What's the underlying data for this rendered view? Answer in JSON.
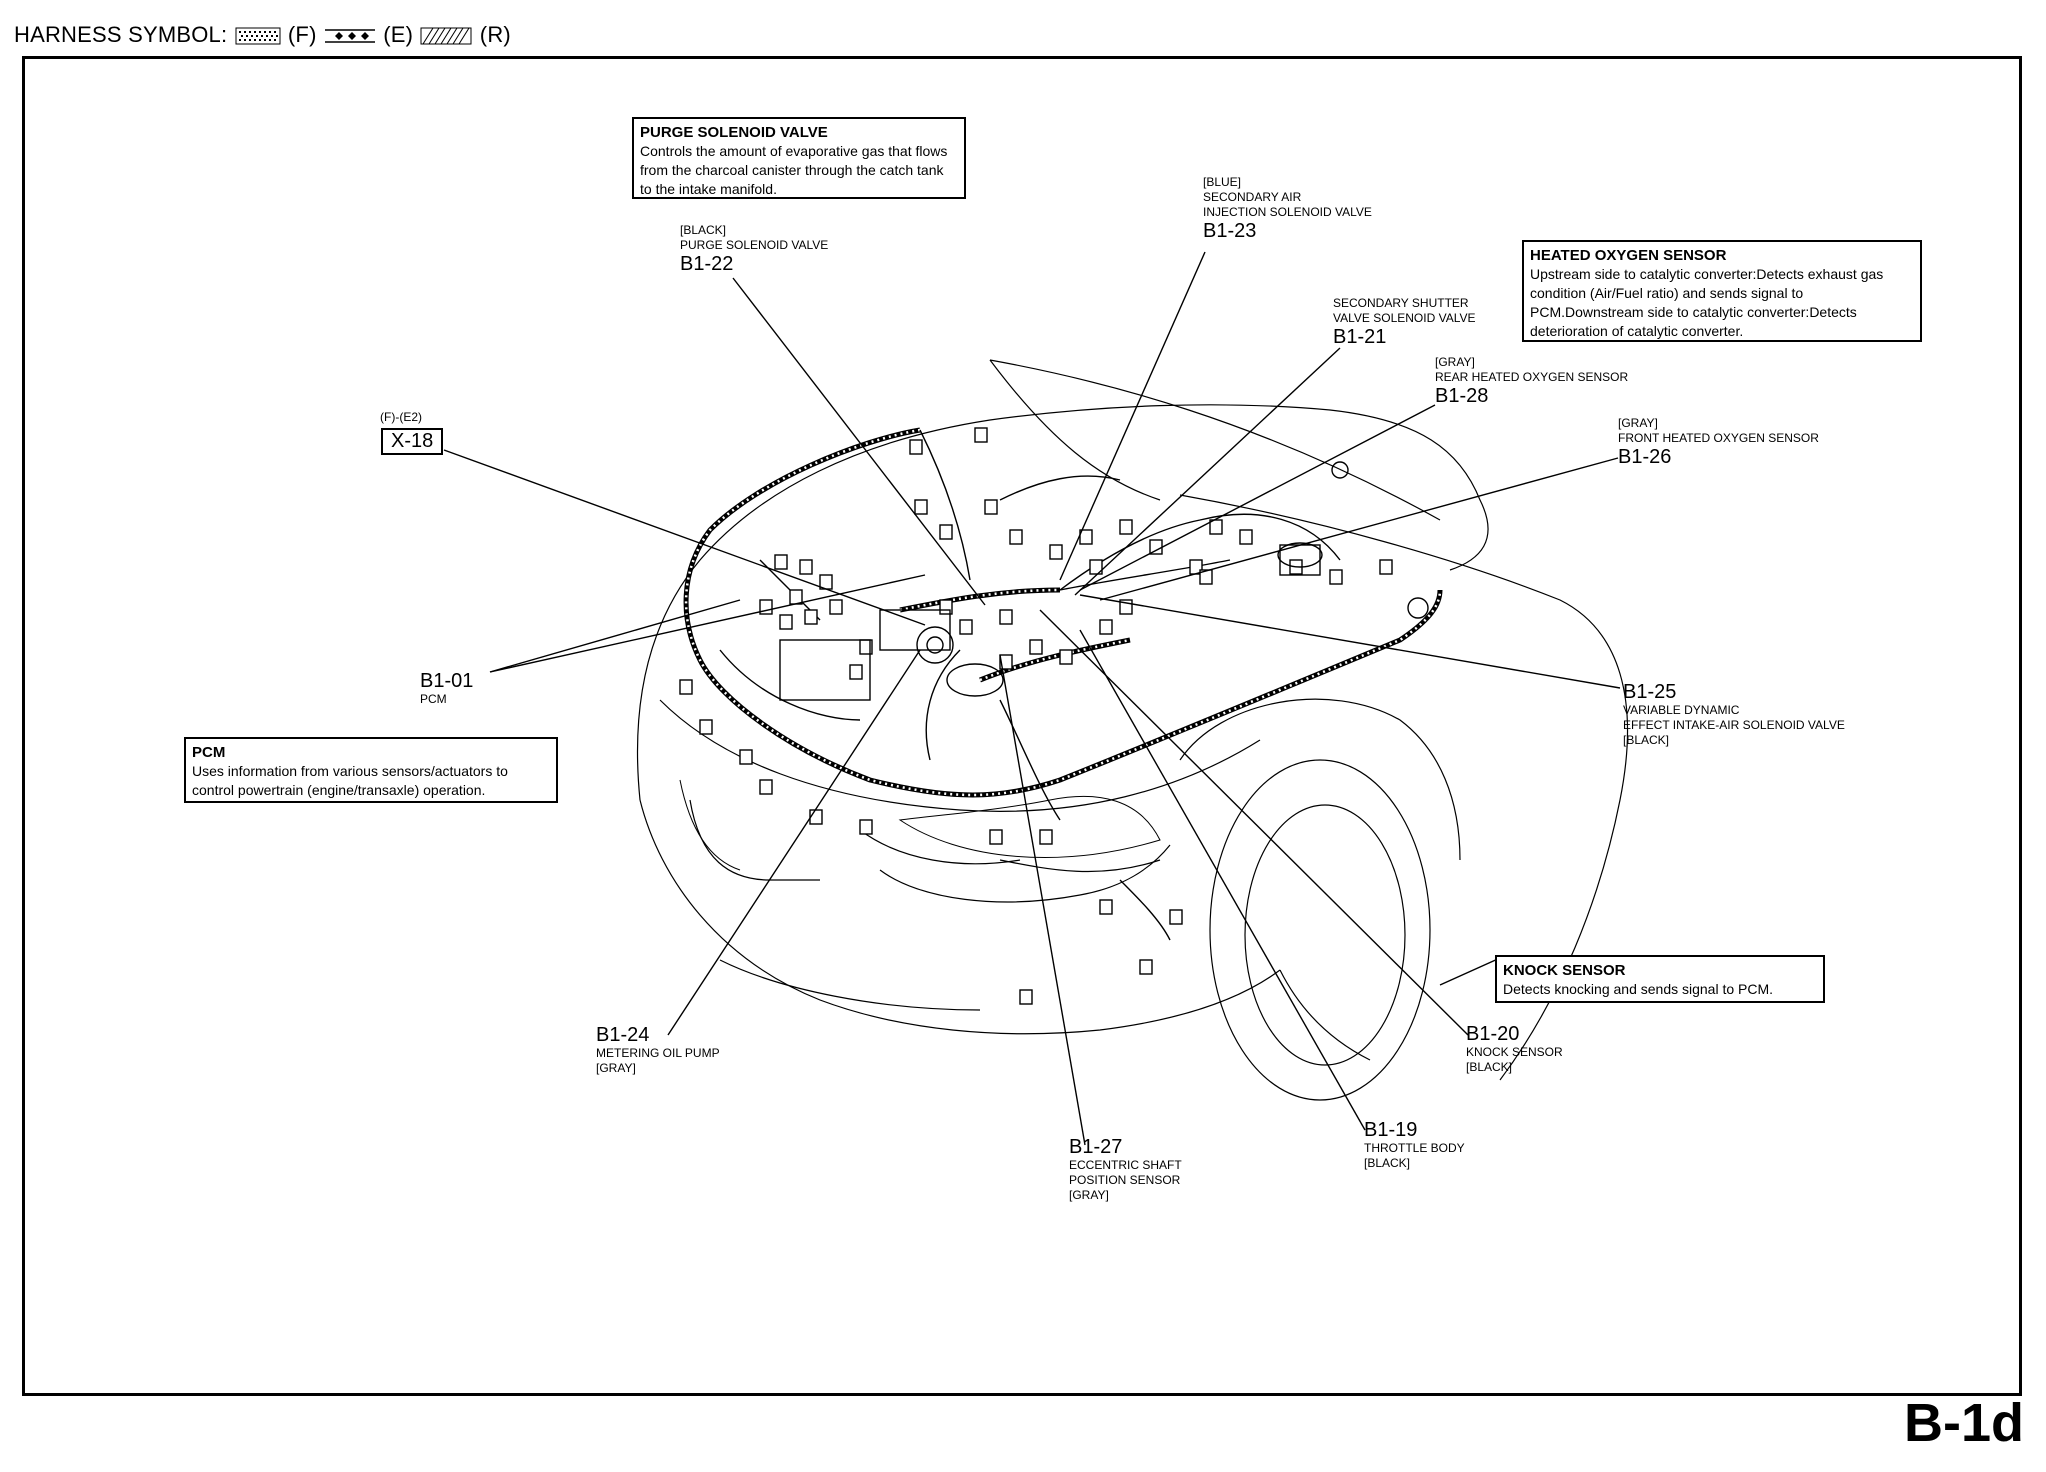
{
  "header": {
    "harness_symbol_label": "HARNESS SYMBOL:",
    "f": "(F)",
    "e": "(E)",
    "r": "(R)"
  },
  "page_id": "B-1d",
  "callouts": {
    "purge": {
      "title": "PURGE SOLENOID VALVE",
      "text": "Controls the amount of evaporative gas that flows from the charcoal canister through the catch tank to the intake manifold."
    },
    "heated_o2": {
      "title": "HEATED OXYGEN SENSOR",
      "text": "Upstream side to catalytic converter:Detects exhaust gas condition (Air/Fuel ratio) and sends signal to PCM.Downstream side to catalytic converter:Detects deterioration of catalytic converter."
    },
    "pcm": {
      "title": "PCM",
      "text": "Uses information from various sensors/actuators to control powertrain (engine/transaxle) operation."
    },
    "knock": {
      "title": "KNOCK SENSOR",
      "text": "Detects knocking and sends signal to PCM."
    }
  },
  "connectors": {
    "b1_22": {
      "color": "[BLACK]",
      "name": "PURGE SOLENOID VALVE",
      "code": "B1-22"
    },
    "b1_23": {
      "color": "[BLUE]",
      "name1": "SECONDARY AIR",
      "name2": "INJECTION SOLENOID VALVE",
      "code": "B1-23"
    },
    "b1_21": {
      "name1": "SECONDARY SHUTTER",
      "name2": "VALVE SOLENOID VALVE",
      "code": "B1-21"
    },
    "b1_28": {
      "color": "[GRAY]",
      "name": "REAR HEATED OXYGEN SENSOR",
      "code": "B1-28"
    },
    "b1_26": {
      "color": "[GRAY]",
      "name": "FRONT HEATED OXYGEN SENSOR",
      "code": "B1-26"
    },
    "x_18": {
      "prefix": "(F)-(E2)",
      "code": "X-18"
    },
    "b1_01": {
      "code": "B1-01",
      "name": "PCM"
    },
    "b1_25": {
      "code": "B1-25",
      "name1": "VARIABLE DYNAMIC",
      "name2": "EFFECT INTAKE-AIR SOLENOID VALVE",
      "color": "[BLACK]"
    },
    "b1_24": {
      "code": "B1-24",
      "name": "METERING OIL PUMP",
      "color": "[GRAY]"
    },
    "b1_27": {
      "code": "B1-27",
      "name1": "ECCENTRIC SHAFT",
      "name2": "POSITION SENSOR",
      "color": "[GRAY]"
    },
    "b1_19": {
      "code": "B1-19",
      "name": "THROTTLE BODY",
      "color": "[BLACK]"
    },
    "b1_20": {
      "code": "B1-20",
      "name": "KNOCK SENSOR",
      "color": "[BLACK]"
    }
  }
}
